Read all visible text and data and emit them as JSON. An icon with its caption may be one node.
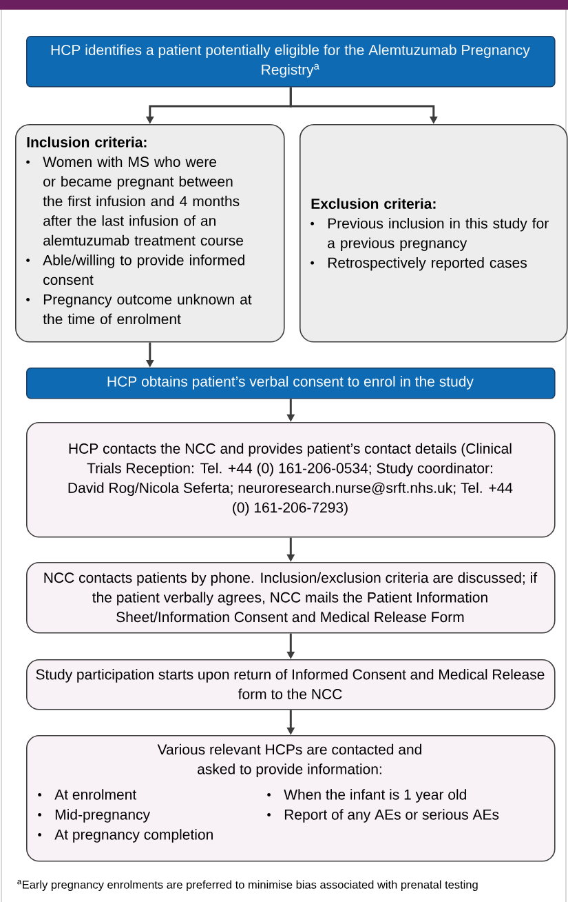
{
  "diagram": {
    "nodes": [
      {
        "text": [
          "HCP identifies a patient potentially eligible for the Alemtuzumab Pregnancy Registry$^{a}$"
        ]
      },
      {
        "text": [
          "Inclusion criteria:",
          "Women with MS who were or became pregnant between the first infusion and 4 months after the last infusion of an alemtuzumab treatment course",
          "Able/willing to provide informed consent",
          "Pregnancy outcome unknown at the time of enrolment"
        ]
      },
      {
        "text": [
          "Exclusion criteria:",
          "Previous inclusion in this study for a previous pregnancy",
          "Retrospectively reported cases"
        ]
      },
      {
        "text": [
          "HCP obtains patient’s verbal consent to enrol in the study"
        ]
      },
      {
        "text": [
          "HCP contacts the NCC and provides patient’s contact details (Clinical Trials Reception: Tel. +44 (0) 161-206-0534; Study coordinator: David Rog/Nicola Seferta; neuroresearch.nurse@srft.nhs.uk; Tel. +44 (0) 161-206-7293)"
        ]
      },
      {
        "text": [
          "NCC contacts patients by phone. Inclusion/exclusion criteria are discussed; if the patient verbally agrees, NCC mails the Patient Information Sheet/Information Consent and Medical Release Form"
        ]
      },
      {
        "text": [
          "Study participation starts upon return of Informed Consent and Medical Release form to the NCC"
        ]
      },
      {
        "text": [
          "Various relevant HCPs are contacted and asked to provide information:",
          "At enrolment",
          "Mid-pregnancy",
          "At pregnancy completion",
          "When the infant is 1 year old",
          "Report of any AEs or serious AEs"
        ]
      }
    ],
    "edges": [
      {
        "from": 0,
        "to": 1,
        "arrow": "to"
      },
      {
        "from": 0,
        "to": 2,
        "arrow": "to"
      },
      {
        "from": 1,
        "to": 3,
        "arrow": "to"
      },
      {
        "from": 3,
        "to": 4,
        "arrow": "to"
      },
      {
        "from": 4,
        "to": 5,
        "arrow": "to"
      },
      {
        "from": 5,
        "to": 6,
        "arrow": "to"
      },
      {
        "from": 6,
        "to": 7,
        "arrow": "to"
      }
    ],
    "labels": [
      "$^{a}$Early pregnancy enrolments are preferred to minimise bias associated with prenatal testing"
    ]
  }
}
